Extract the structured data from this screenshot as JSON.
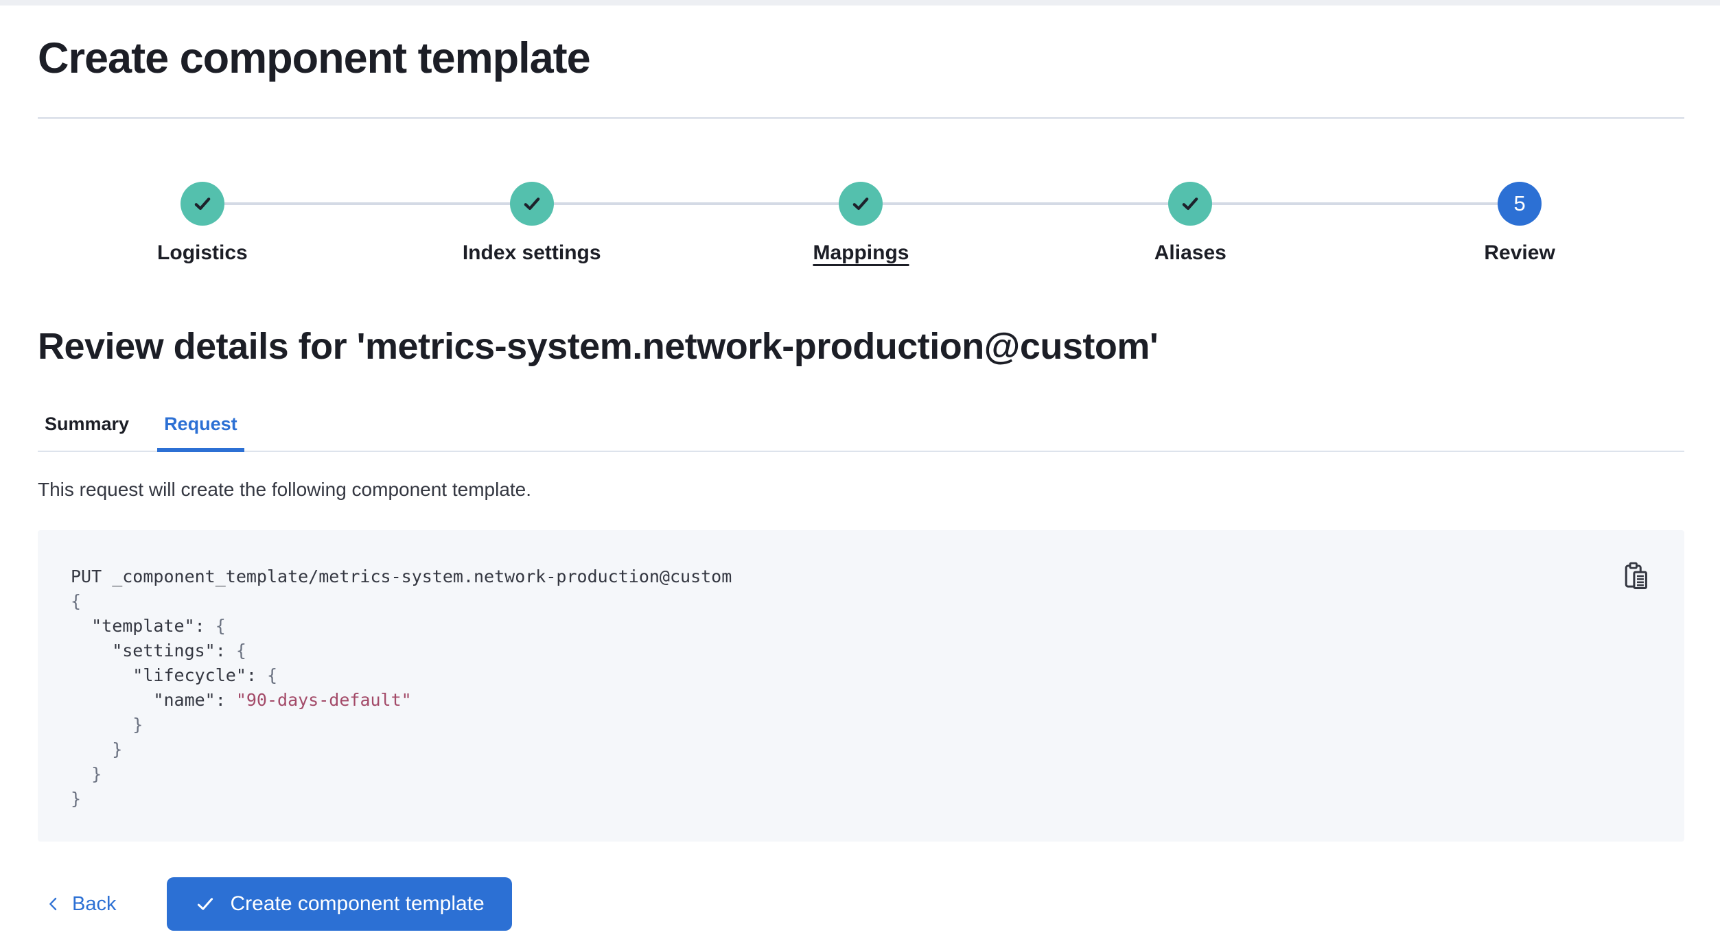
{
  "page": {
    "title": "Create component template",
    "review_heading": "Review details for 'metrics-system.network-production@custom'"
  },
  "stepper": {
    "steps": [
      {
        "label": "Logistics",
        "state": "complete"
      },
      {
        "label": "Index settings",
        "state": "complete"
      },
      {
        "label": "Mappings",
        "state": "complete",
        "underlined": true
      },
      {
        "label": "Aliases",
        "state": "complete"
      },
      {
        "label": "Review",
        "state": "current",
        "number": "5"
      }
    ]
  },
  "tabs": [
    {
      "label": "Summary",
      "active": false
    },
    {
      "label": "Request",
      "active": true
    }
  ],
  "request_tab": {
    "description": "This request will create the following component template.",
    "copy_icon": "copy-clipboard-icon",
    "code_lines": [
      [
        {
          "type": "plain",
          "text": "PUT _component_template/metrics-system.network-production@custom"
        }
      ],
      [
        {
          "type": "punct",
          "text": "{"
        }
      ],
      [
        {
          "type": "plain",
          "text": "  \"template\": "
        },
        {
          "type": "punct",
          "text": "{"
        }
      ],
      [
        {
          "type": "plain",
          "text": "    \"settings\": "
        },
        {
          "type": "punct",
          "text": "{"
        }
      ],
      [
        {
          "type": "plain",
          "text": "      \"lifecycle\": "
        },
        {
          "type": "punct",
          "text": "{"
        }
      ],
      [
        {
          "type": "plain",
          "text": "        \"name\": "
        },
        {
          "type": "string",
          "text": "\"90-days-default\""
        }
      ],
      [
        {
          "type": "punct",
          "text": "      }"
        }
      ],
      [
        {
          "type": "punct",
          "text": "    }"
        }
      ],
      [
        {
          "type": "punct",
          "text": "  }"
        }
      ],
      [
        {
          "type": "punct",
          "text": "}"
        }
      ]
    ]
  },
  "footer": {
    "back_label": "Back",
    "create_label": "Create component template"
  },
  "colors": {
    "primary_blue": "#2C70D4",
    "success_teal": "#54C0AD",
    "heading_text": "#1C1E26",
    "body_text": "#343741",
    "divider_line": "#D4DAE5",
    "tab_border": "#DDE3EC",
    "code_background": "#F5F7FA",
    "code_punct": "#6A7180",
    "code_string": "#A34A68",
    "check_dark": "#1D212B"
  }
}
